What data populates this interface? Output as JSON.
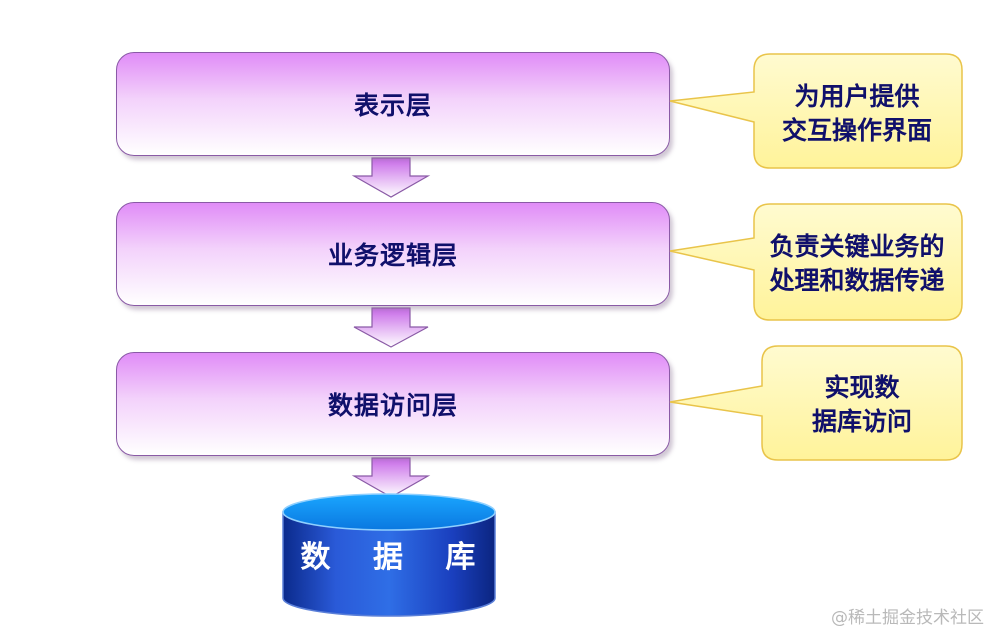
{
  "layers": [
    {
      "label": "表示层"
    },
    {
      "label": "业务逻辑层"
    },
    {
      "label": "数据访问层"
    }
  ],
  "notes": [
    {
      "lines": [
        "为用户提供",
        "交互操作界面"
      ]
    },
    {
      "lines": [
        "负责关键业务的",
        "处理和数据传递"
      ]
    },
    {
      "lines": [
        "实现数",
        "据库访问"
      ]
    }
  ],
  "database": {
    "label": "数 据 库"
  },
  "watermark": "@稀土掘金技术社区",
  "colors": {
    "layer_top": "#e08cf7",
    "layer_border": "#8a5aa6",
    "note_fill": "#fff8b8",
    "note_border": "#e9c44a",
    "text": "#10106b",
    "db_top": "#0a8ef0",
    "db_body": "#1a3fbe"
  }
}
